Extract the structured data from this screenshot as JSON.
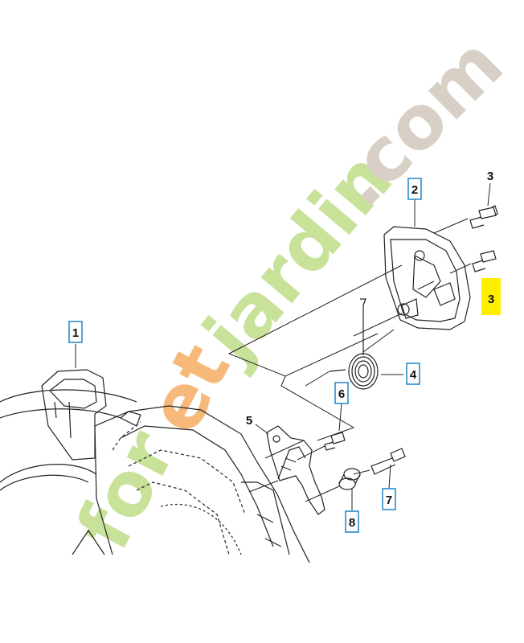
{
  "watermark": {
    "part1": "for",
    "part2": "et",
    "part3": "jardin",
    "part4": ".com",
    "colors": {
      "green": "#c8e29a",
      "orange": "#f7b97a",
      "grey": "#d8d0c6"
    }
  },
  "callouts": [
    {
      "id": "c1",
      "number": "1",
      "boxed": true,
      "box_color": "#1f86c8"
    },
    {
      "id": "c2",
      "number": "2",
      "boxed": true,
      "box_color": "#1f86c8"
    },
    {
      "id": "c3a",
      "number": "3",
      "boxed": false
    },
    {
      "id": "c3b",
      "number": "3",
      "boxed": true,
      "box_color": "#ffee00",
      "highlighted": true
    },
    {
      "id": "c4",
      "number": "4",
      "boxed": true,
      "box_color": "#1f86c8"
    },
    {
      "id": "c5",
      "number": "5",
      "boxed": false
    },
    {
      "id": "c6",
      "number": "6",
      "boxed": true,
      "box_color": "#1f86c8"
    },
    {
      "id": "c7",
      "number": "7",
      "boxed": true,
      "box_color": "#1f86c8"
    },
    {
      "id": "c8",
      "number": "8",
      "boxed": true,
      "box_color": "#1f86c8"
    }
  ]
}
